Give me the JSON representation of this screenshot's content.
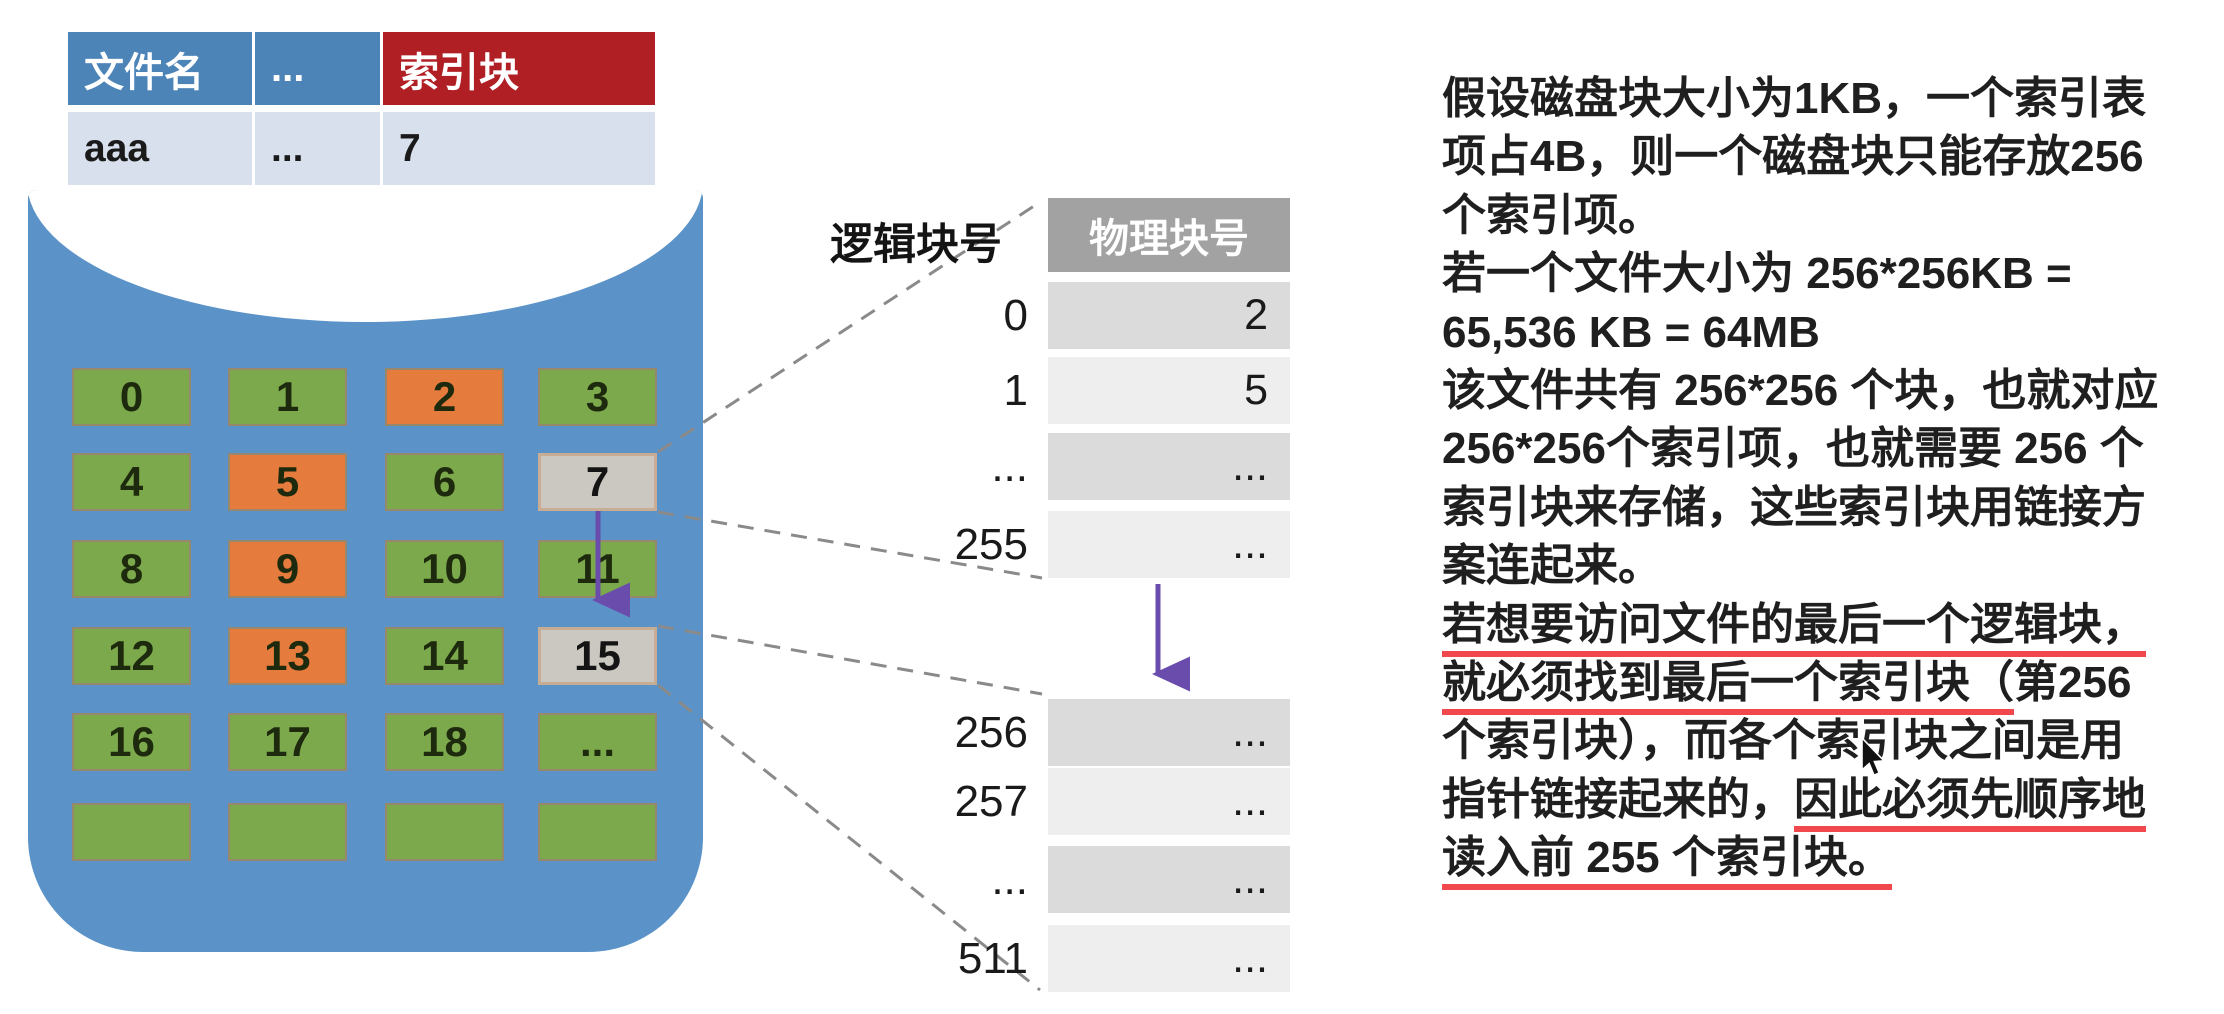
{
  "file_table": {
    "headers": [
      {
        "label": "文件名",
        "style": "blue"
      },
      {
        "label": "...",
        "style": "blue"
      },
      {
        "label": "索引块",
        "style": "red"
      }
    ],
    "row": [
      "aaa",
      "...",
      "7"
    ]
  },
  "disk": {
    "blocks": [
      {
        "label": "0",
        "color": "green"
      },
      {
        "label": "1",
        "color": "green"
      },
      {
        "label": "2",
        "color": "orange"
      },
      {
        "label": "3",
        "color": "green"
      },
      {
        "label": "4",
        "color": "green"
      },
      {
        "label": "5",
        "color": "orange"
      },
      {
        "label": "6",
        "color": "green"
      },
      {
        "label": "7",
        "color": "gray"
      },
      {
        "label": "8",
        "color": "green"
      },
      {
        "label": "9",
        "color": "orange"
      },
      {
        "label": "10",
        "color": "green"
      },
      {
        "label": "11",
        "color": "green"
      },
      {
        "label": "12",
        "color": "green"
      },
      {
        "label": "13",
        "color": "orange"
      },
      {
        "label": "14",
        "color": "green"
      },
      {
        "label": "15",
        "color": "gray"
      },
      {
        "label": "16",
        "color": "green"
      },
      {
        "label": "17",
        "color": "green"
      },
      {
        "label": "18",
        "color": "green"
      },
      {
        "label": "...",
        "color": "green"
      },
      {
        "label": "",
        "color": "green"
      },
      {
        "label": "",
        "color": "green"
      },
      {
        "label": "",
        "color": "green"
      },
      {
        "label": "",
        "color": "green"
      }
    ]
  },
  "index_table": {
    "logical_header": "逻辑块号",
    "physical_header": "物理块号",
    "rows_top": [
      {
        "logical": "0",
        "physical": "2"
      },
      {
        "logical": "1",
        "physical": "5"
      },
      {
        "logical": "...",
        "physical": "..."
      },
      {
        "logical": "255",
        "physical": "..."
      }
    ],
    "rows_bottom": [
      {
        "logical": "256",
        "physical": "..."
      },
      {
        "logical": "257",
        "physical": "..."
      },
      {
        "logical": "...",
        "physical": "..."
      },
      {
        "logical": "511",
        "physical": "..."
      }
    ]
  },
  "explanation": {
    "lines": [
      {
        "segments": [
          {
            "text": "假设磁盘块大小为1KB，一个索引表",
            "underline": false
          }
        ]
      },
      {
        "segments": [
          {
            "text": "项占4B，则一个磁盘块只能存放256",
            "underline": false
          }
        ]
      },
      {
        "segments": [
          {
            "text": "个索引项。",
            "underline": false
          }
        ]
      },
      {
        "segments": [
          {
            "text": "若一个文件大小为 256*256KB =",
            "underline": false
          }
        ]
      },
      {
        "segments": [
          {
            "text": "65,536 KB = 64MB",
            "underline": false
          }
        ]
      },
      {
        "segments": [
          {
            "text": "该文件共有 256*256 个块，也就对应",
            "underline": false
          }
        ]
      },
      {
        "segments": [
          {
            "text": "256*256个索引项，也就需要 256 个",
            "underline": false
          }
        ]
      },
      {
        "segments": [
          {
            "text": "索引块来存储，这些索引块用链接方",
            "underline": false
          }
        ]
      },
      {
        "segments": [
          {
            "text": "案连起来。",
            "underline": false
          }
        ]
      },
      {
        "segments": [
          {
            "text": "若想要访问文件的最后一个逻辑块，",
            "underline": true
          }
        ]
      },
      {
        "segments": [
          {
            "text": "就必须找到最后一个索引块（",
            "underline": true
          },
          {
            "text": "第256",
            "underline": false
          }
        ]
      },
      {
        "segments": [
          {
            "text": "个索引块），而各个索引块之间是用",
            "underline": false
          }
        ]
      },
      {
        "segments": [
          {
            "text": "指针链接起来的，",
            "underline": false
          },
          {
            "text": "因此必须先顺序地",
            "underline": true
          }
        ]
      },
      {
        "segments": [
          {
            "text": "读入前 255 个索引块。",
            "underline": true
          }
        ]
      }
    ]
  },
  "colors": {
    "blue_header": "#4d84b8",
    "red_header": "#b01f24",
    "data_row_bg": "#d8e0ed",
    "disk_blue": "#5b93c9",
    "block_green": "#7ca94c",
    "block_orange": "#e57b3c",
    "block_gray": "#cbc8c2",
    "header_gray": "#a2a2a2",
    "row_dark": "#dbdbdb",
    "row_light": "#eeeeee",
    "purple": "#6a4cad",
    "underline_red": "#f0484c",
    "dash_gray": "#8a8a8a"
  }
}
